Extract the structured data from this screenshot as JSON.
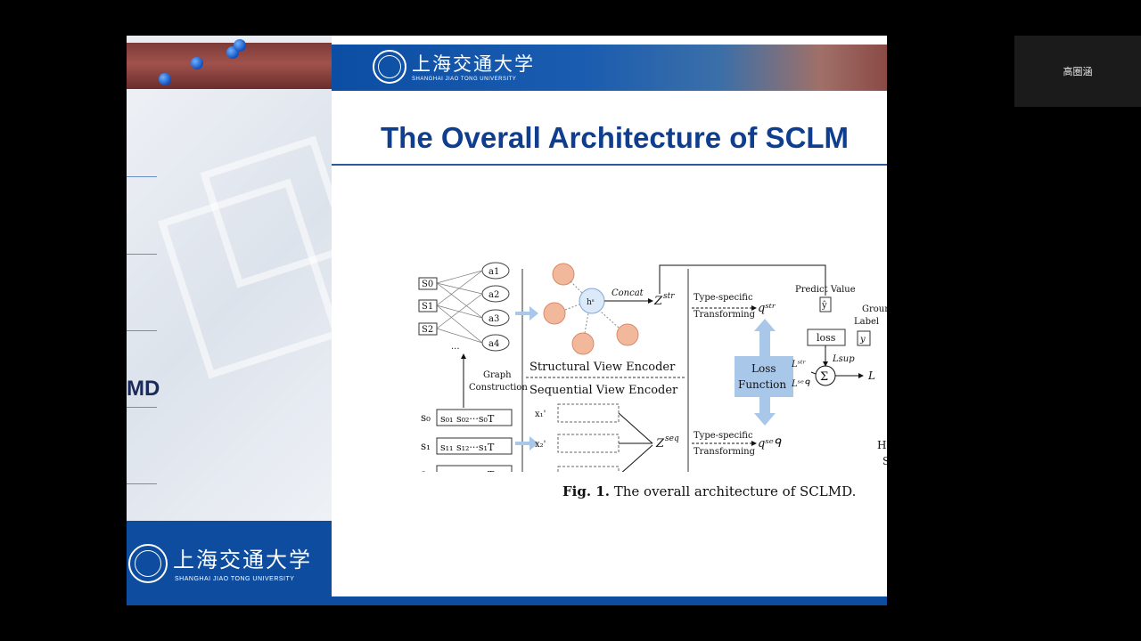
{
  "participant": {
    "name": "高圏涵"
  },
  "slide": {
    "university_cn": "上海交通大学",
    "university_en": "SHANGHAI JIAO TONG UNIVERSITY",
    "title": "The Overall Architecture of SCLM",
    "caption_label": "Fig. 1.",
    "caption_text": "The overall architecture of SCLMD."
  },
  "left_slide": {
    "fragment": "MD"
  },
  "diagram": {
    "sessions": [
      "S0",
      "S1",
      "S2"
    ],
    "apis": [
      "a1",
      "a2",
      "a3",
      "a4"
    ],
    "graph_construction": [
      "Graph",
      "Construction"
    ],
    "structural_encoder": "Structural View Encoder",
    "sequential_encoder": "Sequential View Encoder",
    "concat": "Concat",
    "z_str": "Z",
    "z_seq": "Z",
    "type_specific": "Type-specific",
    "transforming": "Transforming",
    "loss_function": [
      "Loss",
      "Function"
    ],
    "predict_value": "Predict Value",
    "ground_truth": "Ground-tru",
    "label": "Label",
    "loss_box": "loss",
    "l_out": "L",
    "right_cut": [
      "H",
      "S"
    ]
  }
}
